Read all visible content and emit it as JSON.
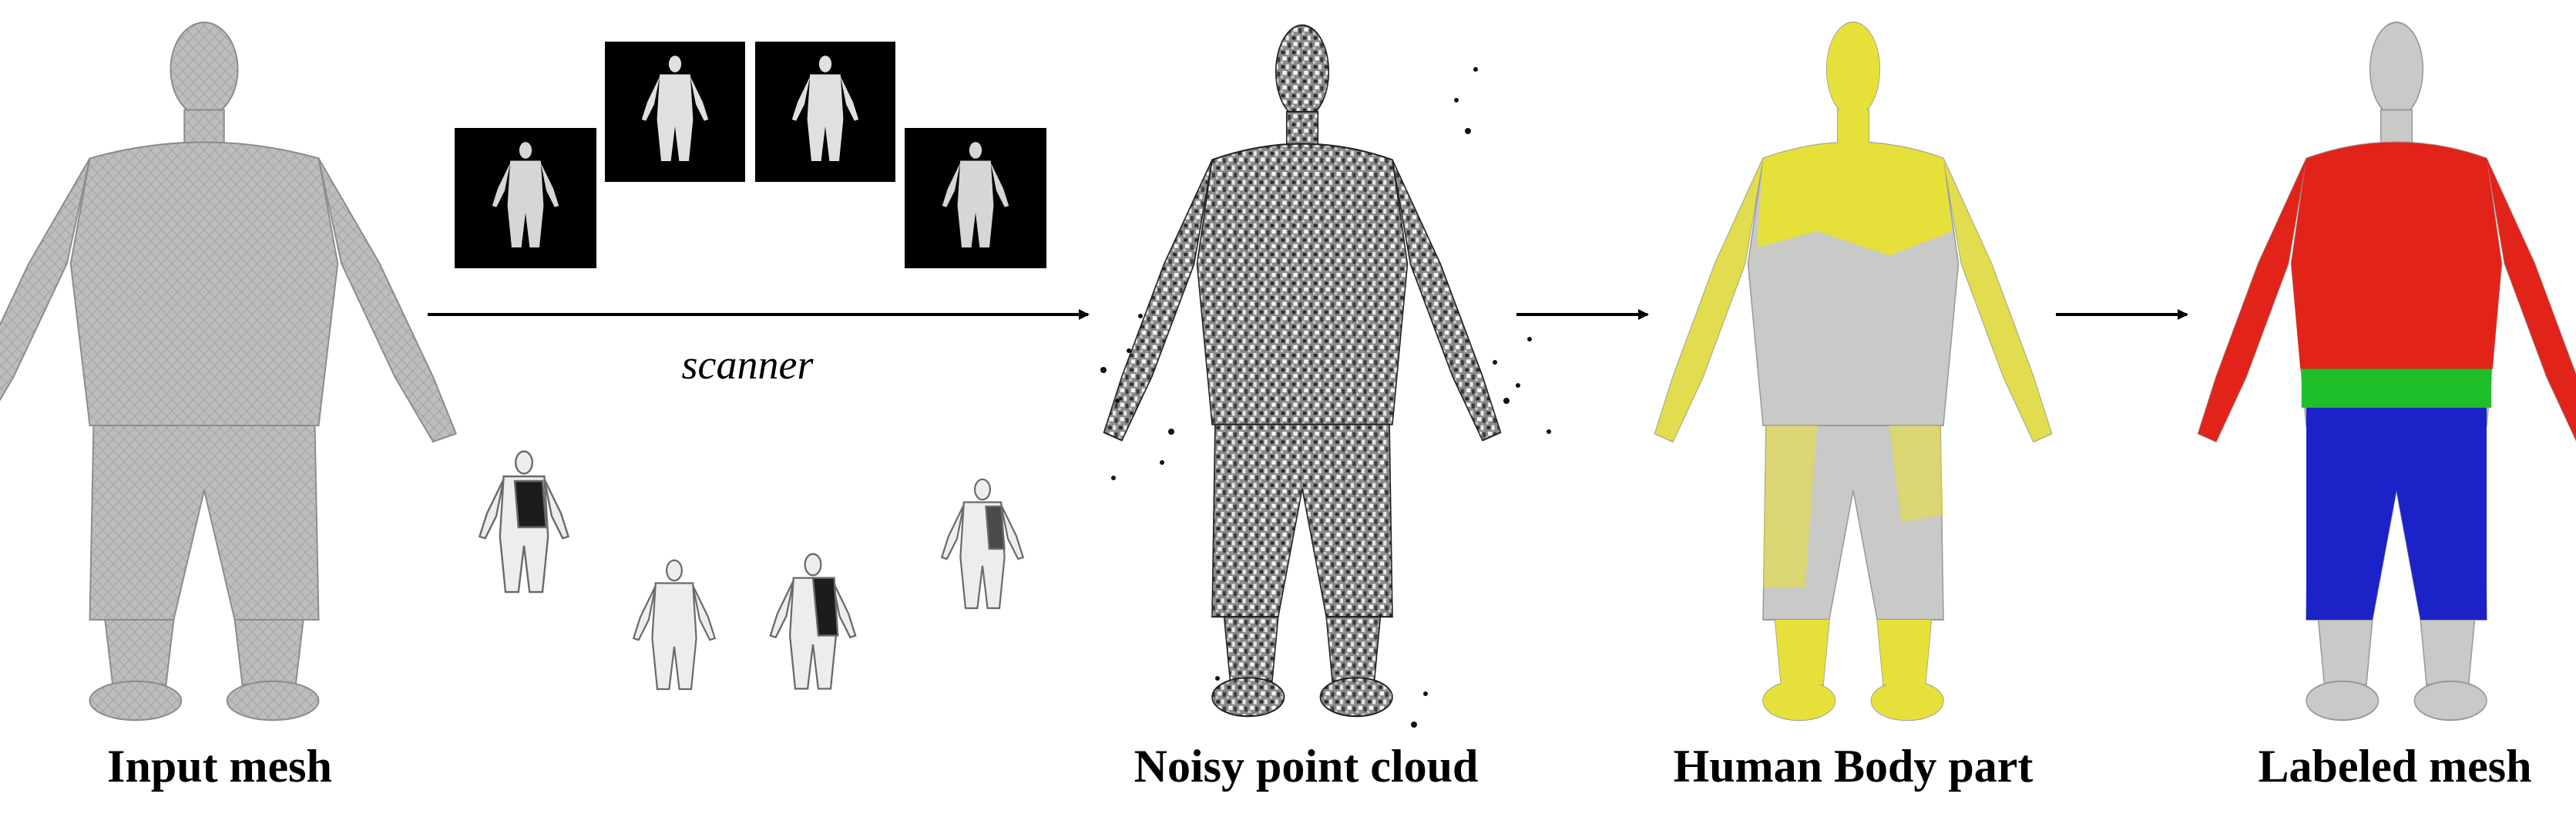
{
  "captions": {
    "input": "Input mesh",
    "cloud": "Noisy point cloud",
    "parts": "Human Body part",
    "labeled": "Labeled mesh"
  },
  "arrow_label": "scanner",
  "colors": {
    "mesh_gray": "#bdbdbb",
    "body_yellow": "#e6e03a",
    "shirt_red": "#e2231a",
    "belt_green": "#1fbf2a",
    "pants_blue": "#1a22c8",
    "panel_black": "#000000"
  }
}
